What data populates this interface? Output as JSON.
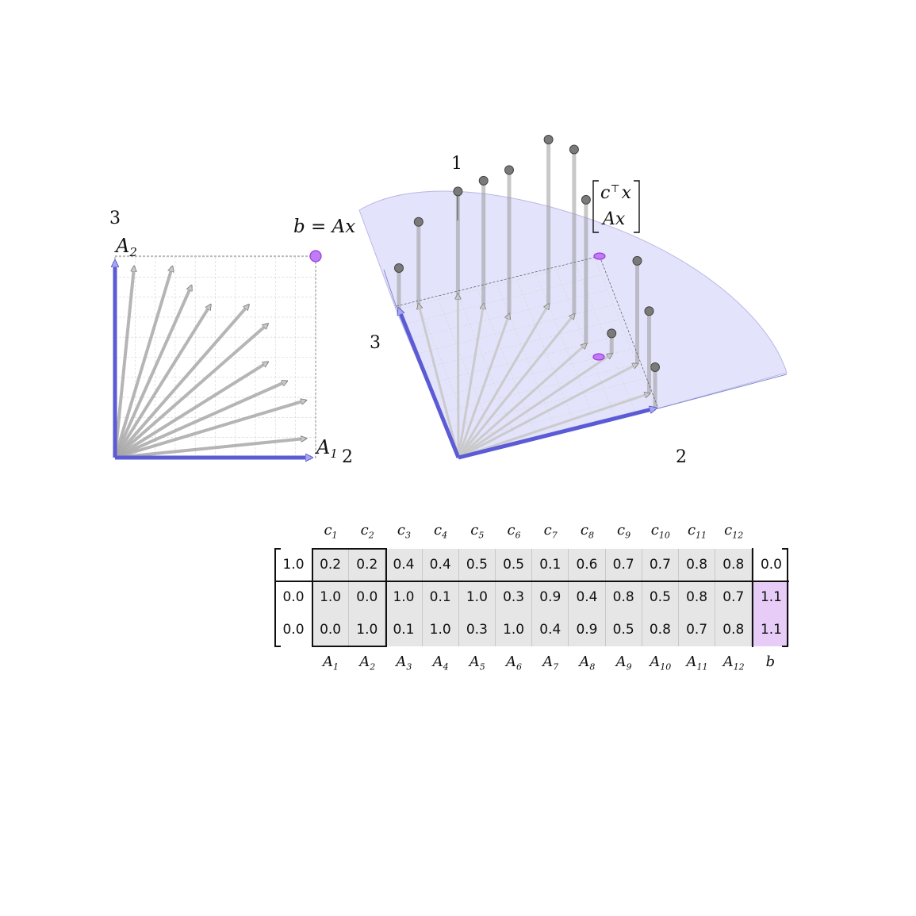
{
  "left_panel": {
    "axis_label_y": "3",
    "axis_label_x": "2",
    "vector_label_a2": "A",
    "vector_label_a2_sub": "2",
    "vector_label_a1": "A",
    "vector_label_a1_sub": "1",
    "point_label": "b = Ax"
  },
  "right_panel": {
    "axis_label_top": "1",
    "axis_label_left": "3",
    "axis_label_right": "2",
    "vector_label_top": "c",
    "vector_label_top_sup": "⊤",
    "vector_label_top_x": "x",
    "vector_label_bottom": "Ax"
  },
  "colors": {
    "blue": "#5b5bd6",
    "blue_fill": "#e3e3fb",
    "purple": "#b24df0",
    "gray": "#9a9a9a"
  },
  "table": {
    "c_headers": [
      {
        "base": "c",
        "sub": "1"
      },
      {
        "base": "c",
        "sub": "2"
      },
      {
        "base": "c",
        "sub": "3"
      },
      {
        "base": "c",
        "sub": "4"
      },
      {
        "base": "c",
        "sub": "5"
      },
      {
        "base": "c",
        "sub": "6"
      },
      {
        "base": "c",
        "sub": "7"
      },
      {
        "base": "c",
        "sub": "8"
      },
      {
        "base": "c",
        "sub": "9"
      },
      {
        "base": "c",
        "sub": "10"
      },
      {
        "base": "c",
        "sub": "11"
      },
      {
        "base": "c",
        "sub": "12"
      }
    ],
    "a_headers": [
      {
        "base": "A",
        "sub": "1"
      },
      {
        "base": "A",
        "sub": "2"
      },
      {
        "base": "A",
        "sub": "3"
      },
      {
        "base": "A",
        "sub": "4"
      },
      {
        "base": "A",
        "sub": "5"
      },
      {
        "base": "A",
        "sub": "6"
      },
      {
        "base": "A",
        "sub": "7"
      },
      {
        "base": "A",
        "sub": "8"
      },
      {
        "base": "A",
        "sub": "9"
      },
      {
        "base": "A",
        "sub": "10"
      },
      {
        "base": "A",
        "sub": "11"
      },
      {
        "base": "A",
        "sub": "12"
      },
      {
        "base": "b",
        "sub": ""
      }
    ],
    "x_column": [
      "1.0",
      "0.0",
      "0.0"
    ],
    "rows": [
      [
        "0.2",
        "0.2",
        "0.4",
        "0.4",
        "0.5",
        "0.5",
        "0.1",
        "0.6",
        "0.7",
        "0.7",
        "0.8",
        "0.8"
      ],
      [
        "1.0",
        "0.0",
        "1.0",
        "0.1",
        "1.0",
        "0.3",
        "0.9",
        "0.4",
        "0.8",
        "0.5",
        "0.8",
        "0.7"
      ],
      [
        "0.0",
        "1.0",
        "0.1",
        "1.0",
        "0.3",
        "1.0",
        "0.4",
        "0.9",
        "0.5",
        "0.8",
        "0.7",
        "0.8"
      ]
    ],
    "b_column": [
      "0.0",
      "1.1",
      "1.1"
    ]
  }
}
